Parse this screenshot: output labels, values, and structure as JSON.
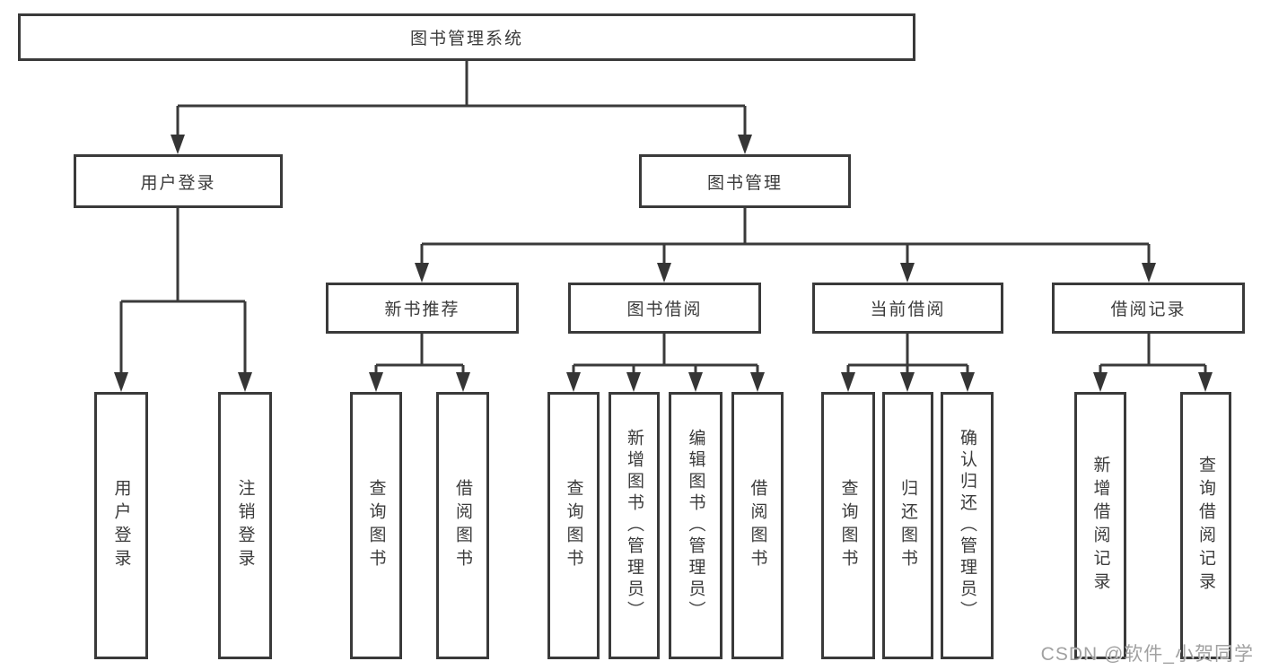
{
  "tree": {
    "root": {
      "label": "图书管理系统"
    },
    "user_login_branch": {
      "label": "用户登录",
      "leaves": [
        "用户登录",
        "注销登录"
      ]
    },
    "book_management_branch": {
      "label": "图书管理",
      "children": [
        {
          "label": "新书推荐",
          "leaves": [
            "查询图书",
            "借阅图书"
          ]
        },
        {
          "label": "图书借阅",
          "leaves": [
            "查询图书",
            "新增图书（管理员）",
            "编辑图书（管理员）",
            "借阅图书"
          ]
        },
        {
          "label": "当前借阅",
          "leaves": [
            "查询图书",
            "归还图书",
            "确认归还（管理员）"
          ]
        },
        {
          "label": "借阅记录",
          "leaves": [
            "新增借阅记录",
            "查询借阅记录"
          ]
        }
      ]
    }
  },
  "watermark": "CSDN @软件_小贺同学",
  "colors": {
    "line": "#3a3a3a",
    "box_border": "#3a3a3a",
    "text": "#3b3b3b",
    "background": "#ffffff",
    "watermark": "#949494"
  }
}
